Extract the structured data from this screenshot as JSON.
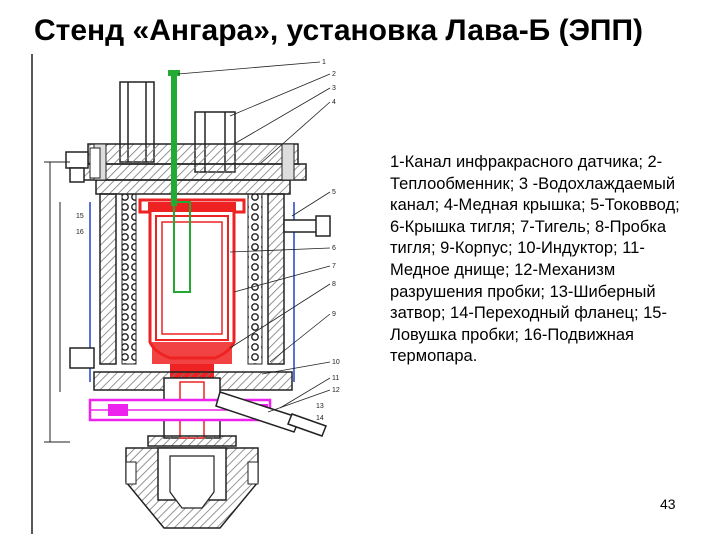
{
  "slide": {
    "title": "Стенд «Ангара», установка Лава-Б (ЭПП)",
    "legend": "1-Канал инфракрасного датчика; 2-Теплообменник; 3 -Водохлаждаемый канал; 4-Медная крышка; 5-Токоввод; 6-Крышка тигля; 7-Тигель; 8-Пробка тигля; 9-Корпус; 10-Индуктор; 11-Медное днище; 12-Механизм разрушения пробки; 13-Шиберный затвор; 14-Переходный фланец; 15-Ловушка пробки; 16-Подвижная термопара.",
    "page_number": "43"
  },
  "drawing": {
    "callouts": [
      "1",
      "2",
      "3",
      "4",
      "5",
      "6",
      "7",
      "8",
      "9",
      "10",
      "11",
      "12",
      "13",
      "14",
      "15",
      "16"
    ],
    "colors": {
      "heat_zone": "#ee2222",
      "ir_channel": "#22aa33",
      "flange": "#ee22ee",
      "lines": "#222222",
      "hatch": "#7a7a7a"
    }
  }
}
